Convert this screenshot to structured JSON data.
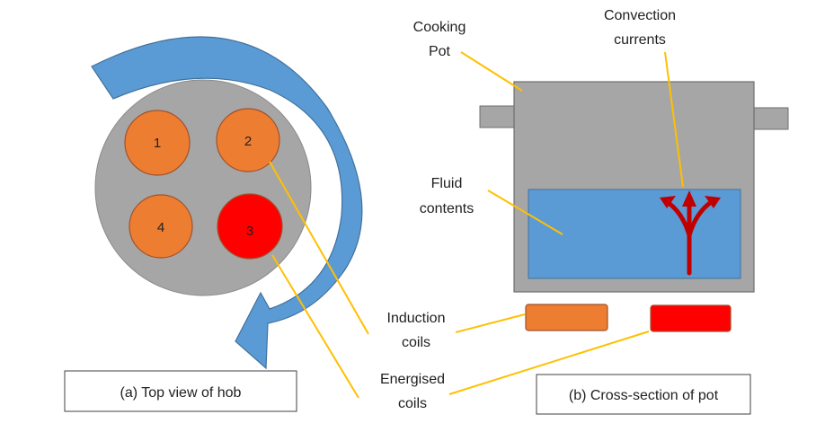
{
  "colors": {
    "hob": "#a6a6a6",
    "coil": "#ed7d31",
    "energised_coil": "#ff0000",
    "arrow": "#5b9bd5",
    "pot": "#a6a6a6",
    "fluid": "#5b9bd5",
    "convection_arrow": "#c00000",
    "leader_line": "#ffc000"
  },
  "hob": {
    "coils": [
      {
        "label": "1",
        "state": "idle"
      },
      {
        "label": "2",
        "state": "idle"
      },
      {
        "label": "3",
        "state": "energised"
      },
      {
        "label": "4",
        "state": "idle"
      }
    ],
    "caption": "(a)  Top view of hob"
  },
  "pot": {
    "caption": "(b) Cross-section of pot"
  },
  "labels": {
    "cooking_pot_1": "Cooking",
    "cooking_pot_2": "Pot",
    "convection_1": "Convection",
    "convection_2": "currents",
    "fluid_1": "Fluid",
    "fluid_2": "contents",
    "induction_1": "Induction",
    "induction_2": "coils",
    "energised_1": "Energised",
    "energised_2": "coils"
  }
}
